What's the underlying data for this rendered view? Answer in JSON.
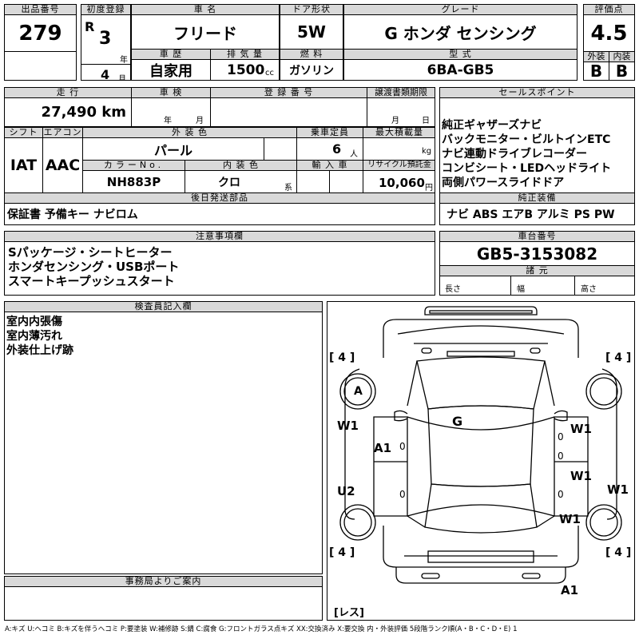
{
  "header": {
    "lot_label": "出品番号",
    "lot": "279",
    "first_reg_label": "初度登録",
    "era": "R",
    "year": "3",
    "year_unit": "年",
    "month": "4",
    "month_unit": "月",
    "car_name_label": "車 名",
    "car_name": "フリード",
    "door_label": "ドア形状",
    "door": "5W",
    "grade_label": "グレード",
    "grade": "G ホンダ センシング",
    "score_label": "評価点",
    "score": "4.5",
    "exterior_label": "外装",
    "exterior": "B",
    "interior_label": "内装",
    "interior": "B",
    "history_label": "車 歴",
    "history": "自家用",
    "displacement_label": "排 気 量",
    "displacement": "1500",
    "displacement_unit": "cc",
    "fuel_label": "燃 料",
    "fuel": "ガソリン",
    "model_label": "型 式",
    "model": "6BA-GB5"
  },
  "row2": {
    "mileage_label": "走 行",
    "mileage": "27,490 km",
    "inspection_label": "車 検",
    "year_unit": "年",
    "month_unit": "月",
    "reg_no_label": "登 録 番 号",
    "transfer_label": "譲渡書類期限",
    "transfer_month": "月",
    "transfer_day": "日"
  },
  "row3": {
    "shift_label": "シフト",
    "shift": "IAT",
    "ac_label": "エアコン",
    "ac": "AAC",
    "color_label": "外 装 色",
    "color": "パール",
    "capacity_label": "乗車定員",
    "capacity": "6",
    "capacity_unit": "人",
    "load_label": "最大積載量",
    "load_unit": "kg",
    "color_no_label": "カラーNo.",
    "color_no": "NH883P",
    "int_color_label": "内 装 色",
    "int_color": "クロ",
    "int_color_unit": "系",
    "import_label": "輸 入 車",
    "recycle_label": "リサイクル預託金",
    "recycle": "10,060",
    "recycle_unit": "円"
  },
  "sales_points": {
    "label": "セールスポイント",
    "text": "純正ギャザーズナビ\nバックモニター・ビルトインETC\nナビ連動ドライブレコーダー\nコンビシート・LEDヘッドライト\n両側パワースライドドア"
  },
  "later_parts": {
    "label": "後日発送部品",
    "value": "保証書 予備キー ナビロム"
  },
  "equipment": {
    "label": "純正装備",
    "value": "ナビ ABS エアB アルミ PS PW"
  },
  "notes": {
    "label": "注意事項欄",
    "text": "Sパッケージ・シートヒーター\nホンダセンシング・USBポート\nスマートキープッシュスタート"
  },
  "chassis": {
    "label": "車台番号",
    "value": "GB5-3153082"
  },
  "dimensions": {
    "label": "諸 元",
    "length": "長さ",
    "width": "幅",
    "height": "高さ"
  },
  "inspector": {
    "label": "検査員記入欄",
    "text": "室内内張傷\n室内薄汚れ\n外装仕上げ跡"
  },
  "office": {
    "label": "事務局よりご案内"
  },
  "diagram": {
    "tire_fl": "[ 4 ]",
    "tire_fr": "[ 4 ]",
    "tire_rl": "[ 4 ]",
    "tire_rr": "[ 4 ]",
    "wheel_a": "A",
    "roof_g": "G",
    "w1_left": "W1",
    "a1_left": "A1",
    "u2_left": "U2",
    "zero_left_a": "0",
    "zero_left_b": "0",
    "w1_right_1": "W1",
    "w1_right_2": "W1",
    "w1_right_3": "W1",
    "w1_far_right": "W1",
    "zero_right_a": "0",
    "zero_right_b": "0",
    "zero_right_c": "0",
    "a1_bottom": "A1",
    "less": "[レス]"
  },
  "legend": "A:キズ U:ヘコミ B:キズを伴うヘコミ P:要塗装 W:補修跡 S:錆 C:腐食 G:フロントガラス点キズ XX:交換済み X:要交換 内・外装評価 5段階ランク順(A・B・C・D・E) 1"
}
